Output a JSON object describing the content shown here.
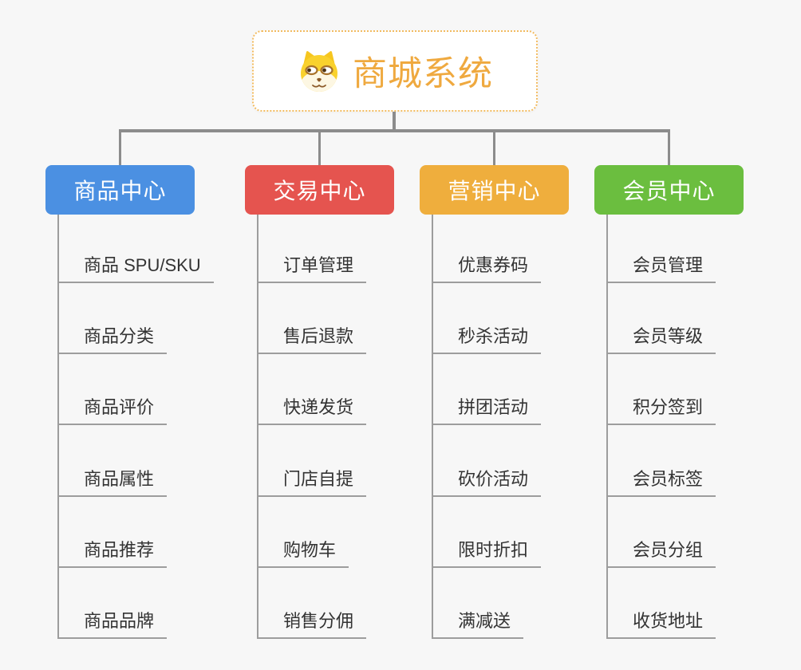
{
  "root": {
    "title": "商城系统",
    "title_color": "#efa93f",
    "border_color": "#f2bb60",
    "icon": "dog-face-icon"
  },
  "connector_color": "#8c8c8c",
  "branches": [
    {
      "label": "商品中心",
      "color": "#4b90e2",
      "items": [
        "商品 SPU/SKU",
        "商品分类",
        "商品评价",
        "商品属性",
        "商品推荐",
        "商品品牌"
      ]
    },
    {
      "label": "交易中心",
      "color": "#e5544f",
      "items": [
        "订单管理",
        "售后退款",
        "快递发货",
        "门店自提",
        "购物车",
        "销售分佣"
      ]
    },
    {
      "label": "营销中心",
      "color": "#efae3d",
      "items": [
        "优惠券码",
        "秒杀活动",
        "拼团活动",
        "砍价活动",
        "限时折扣",
        "满减送"
      ]
    },
    {
      "label": "会员中心",
      "color": "#6bbe3f",
      "items": [
        "会员管理",
        "会员等级",
        "积分签到",
        "会员标签",
        "会员分组",
        "收货地址"
      ]
    }
  ]
}
